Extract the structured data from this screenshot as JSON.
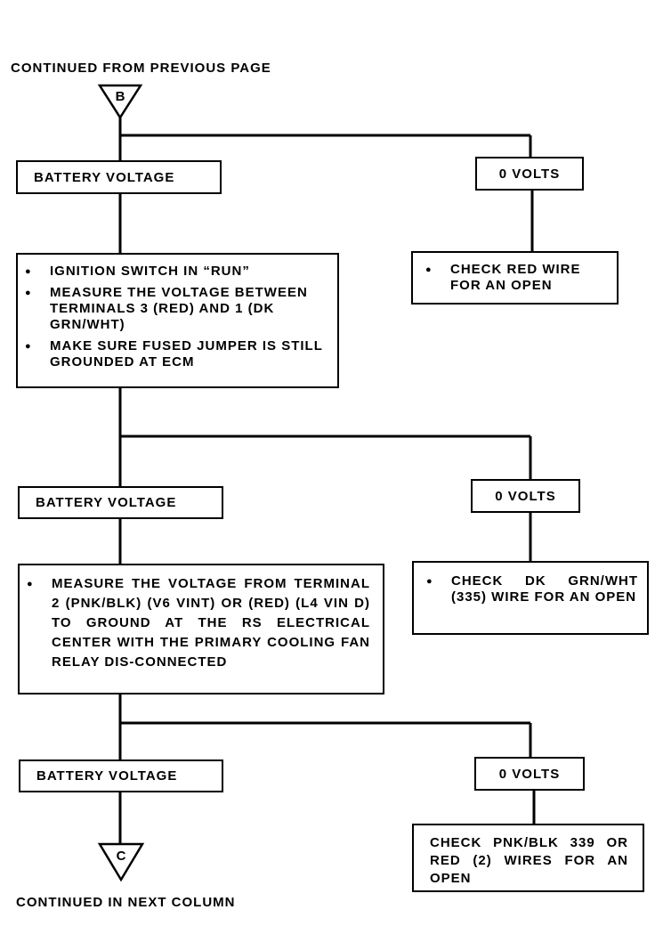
{
  "header": {
    "continued_from": "CONTINUED FROM PREVIOUS PAGE"
  },
  "connectors": {
    "top_letter": "B",
    "bottom_letter": "C"
  },
  "footer": {
    "continued_in": "CONTINUED IN NEXT COLUMN"
  },
  "step1": {
    "left_result": "BATTERY VOLTAGE",
    "right_result": "0 VOLTS",
    "right_action": [
      "CHECK RED WIRE FOR AN OPEN"
    ]
  },
  "step2": {
    "instructions": [
      "IGNITION SWITCH IN “RUN”",
      "MEASURE THE VOLTAGE BETWEEN TERMINALS 3 (RED) AND 1 (DK GRN/WHT)",
      "MAKE SURE FUSED JUMPER IS STILL GROUNDED AT ECM"
    ],
    "left_result": "BATTERY VOLTAGE",
    "right_result": "0 VOLTS",
    "right_action": [
      "CHECK DK GRN/WHT (335) WIRE FOR AN OPEN"
    ]
  },
  "step3": {
    "instructions": [
      "MEASURE THE VOLTAGE FROM TERMINAL 2 (PNK/BLK) (V6 VINT) OR (RED) (L4 VIN D) TO GROUND AT THE RS ELECTRICAL CENTER WITH THE PRIMARY COOLING FAN RELAY DIS-CONNECTED"
    ],
    "left_result": "BATTERY VOLTAGE",
    "right_result": "0 VOLTS",
    "right_action": "CHECK PNK/BLK 339 OR RED (2) WIRES FOR AN OPEN"
  }
}
